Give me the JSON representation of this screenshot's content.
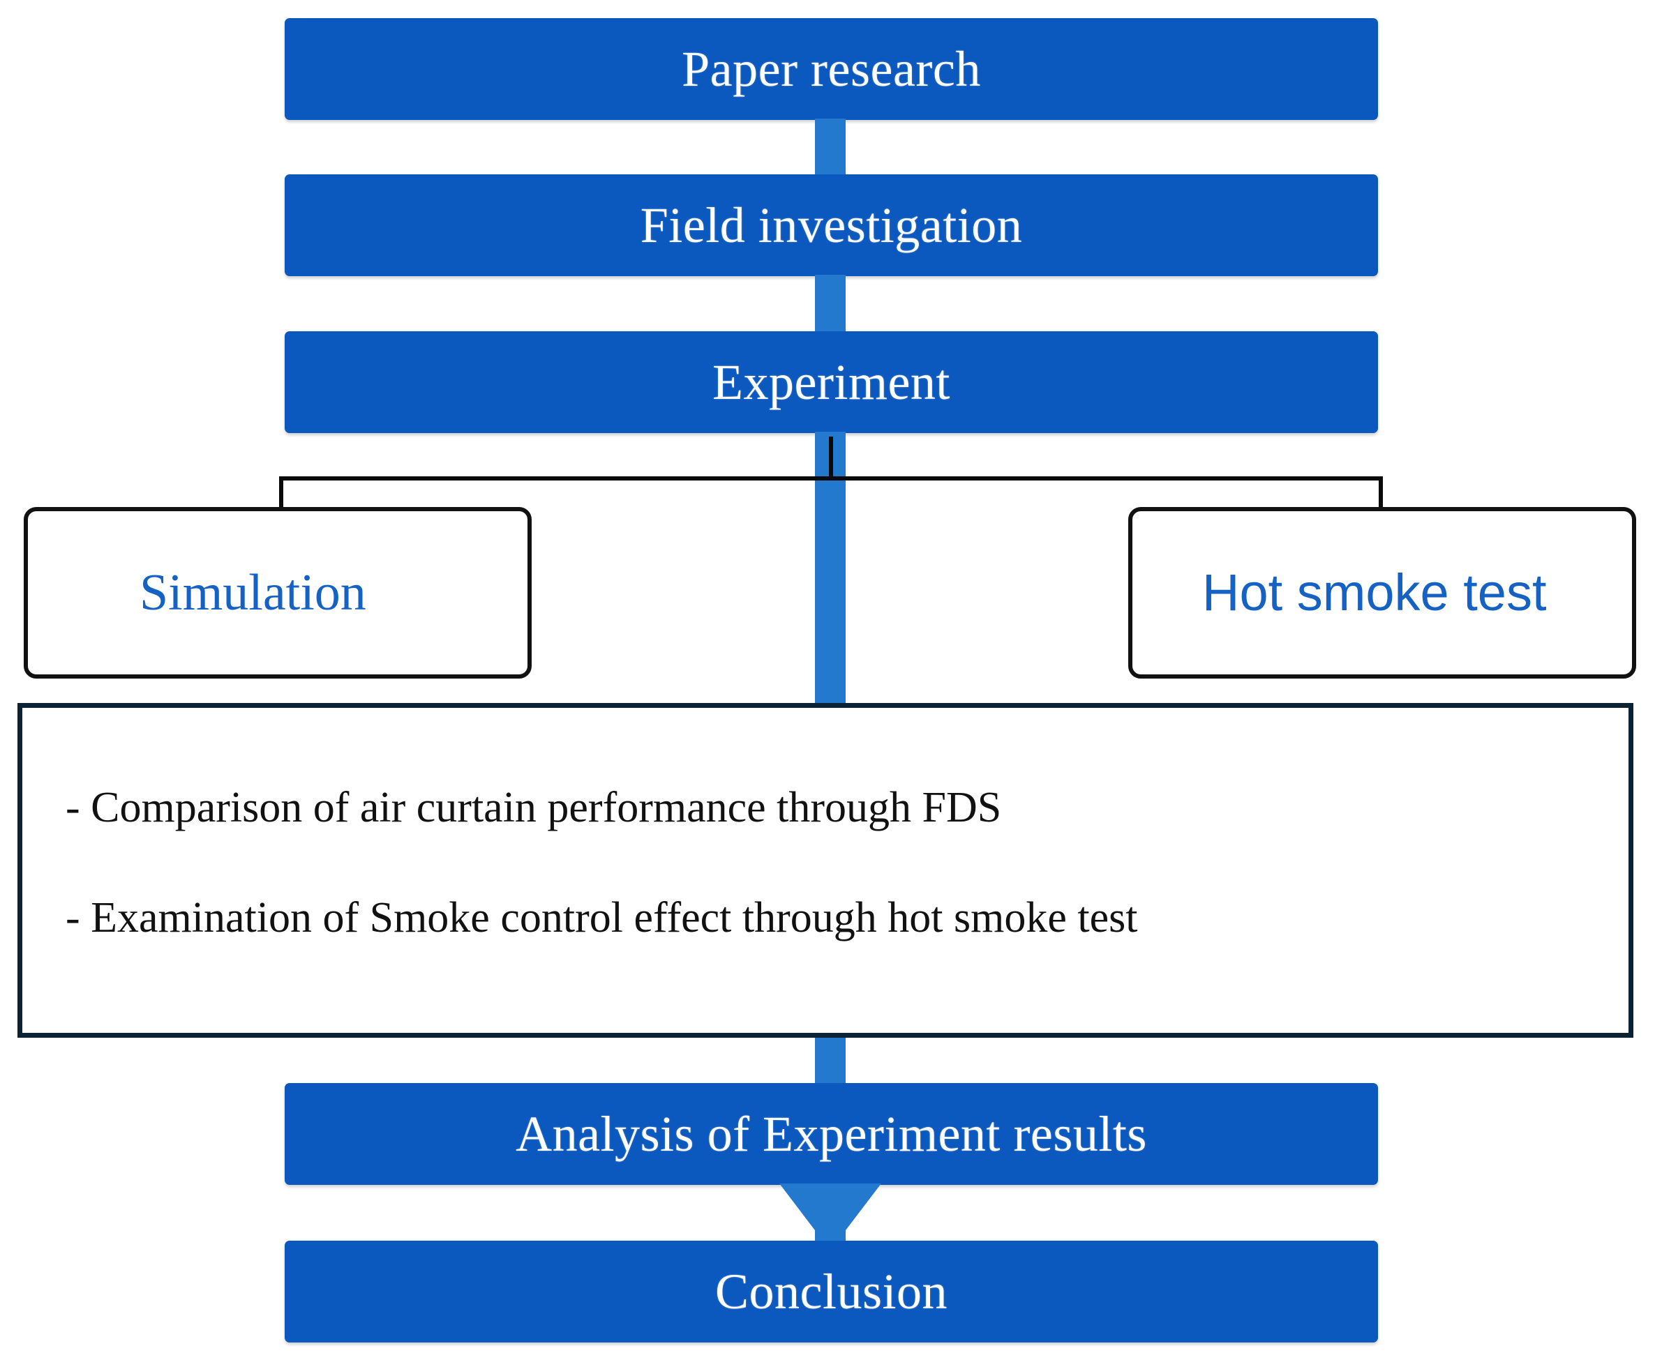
{
  "diagram": {
    "title": "Research methodology flowchart",
    "colors": {
      "process_box_fill": "#0B58BE",
      "process_box_text": "#FFFFFF",
      "connector": "#2279CD",
      "branch_box_border": "#111111",
      "branch_box_text": "#1561C4",
      "findings_box_border": "#0D2233",
      "findings_text": "#111111",
      "background": "#FFFFFF"
    },
    "process_steps": {
      "paper_research": "Paper research",
      "field_investigation": "Field investigation",
      "experiment": "Experiment",
      "analysis": "Analysis of Experiment results",
      "conclusion": "Conclusion"
    },
    "branches": {
      "left": "Simulation",
      "right": "Hot smoke test"
    },
    "findings": {
      "items": [
        "- Comparison of air curtain performance through FDS",
        "- Examination of Smoke control effect through hot smoke test"
      ]
    }
  }
}
